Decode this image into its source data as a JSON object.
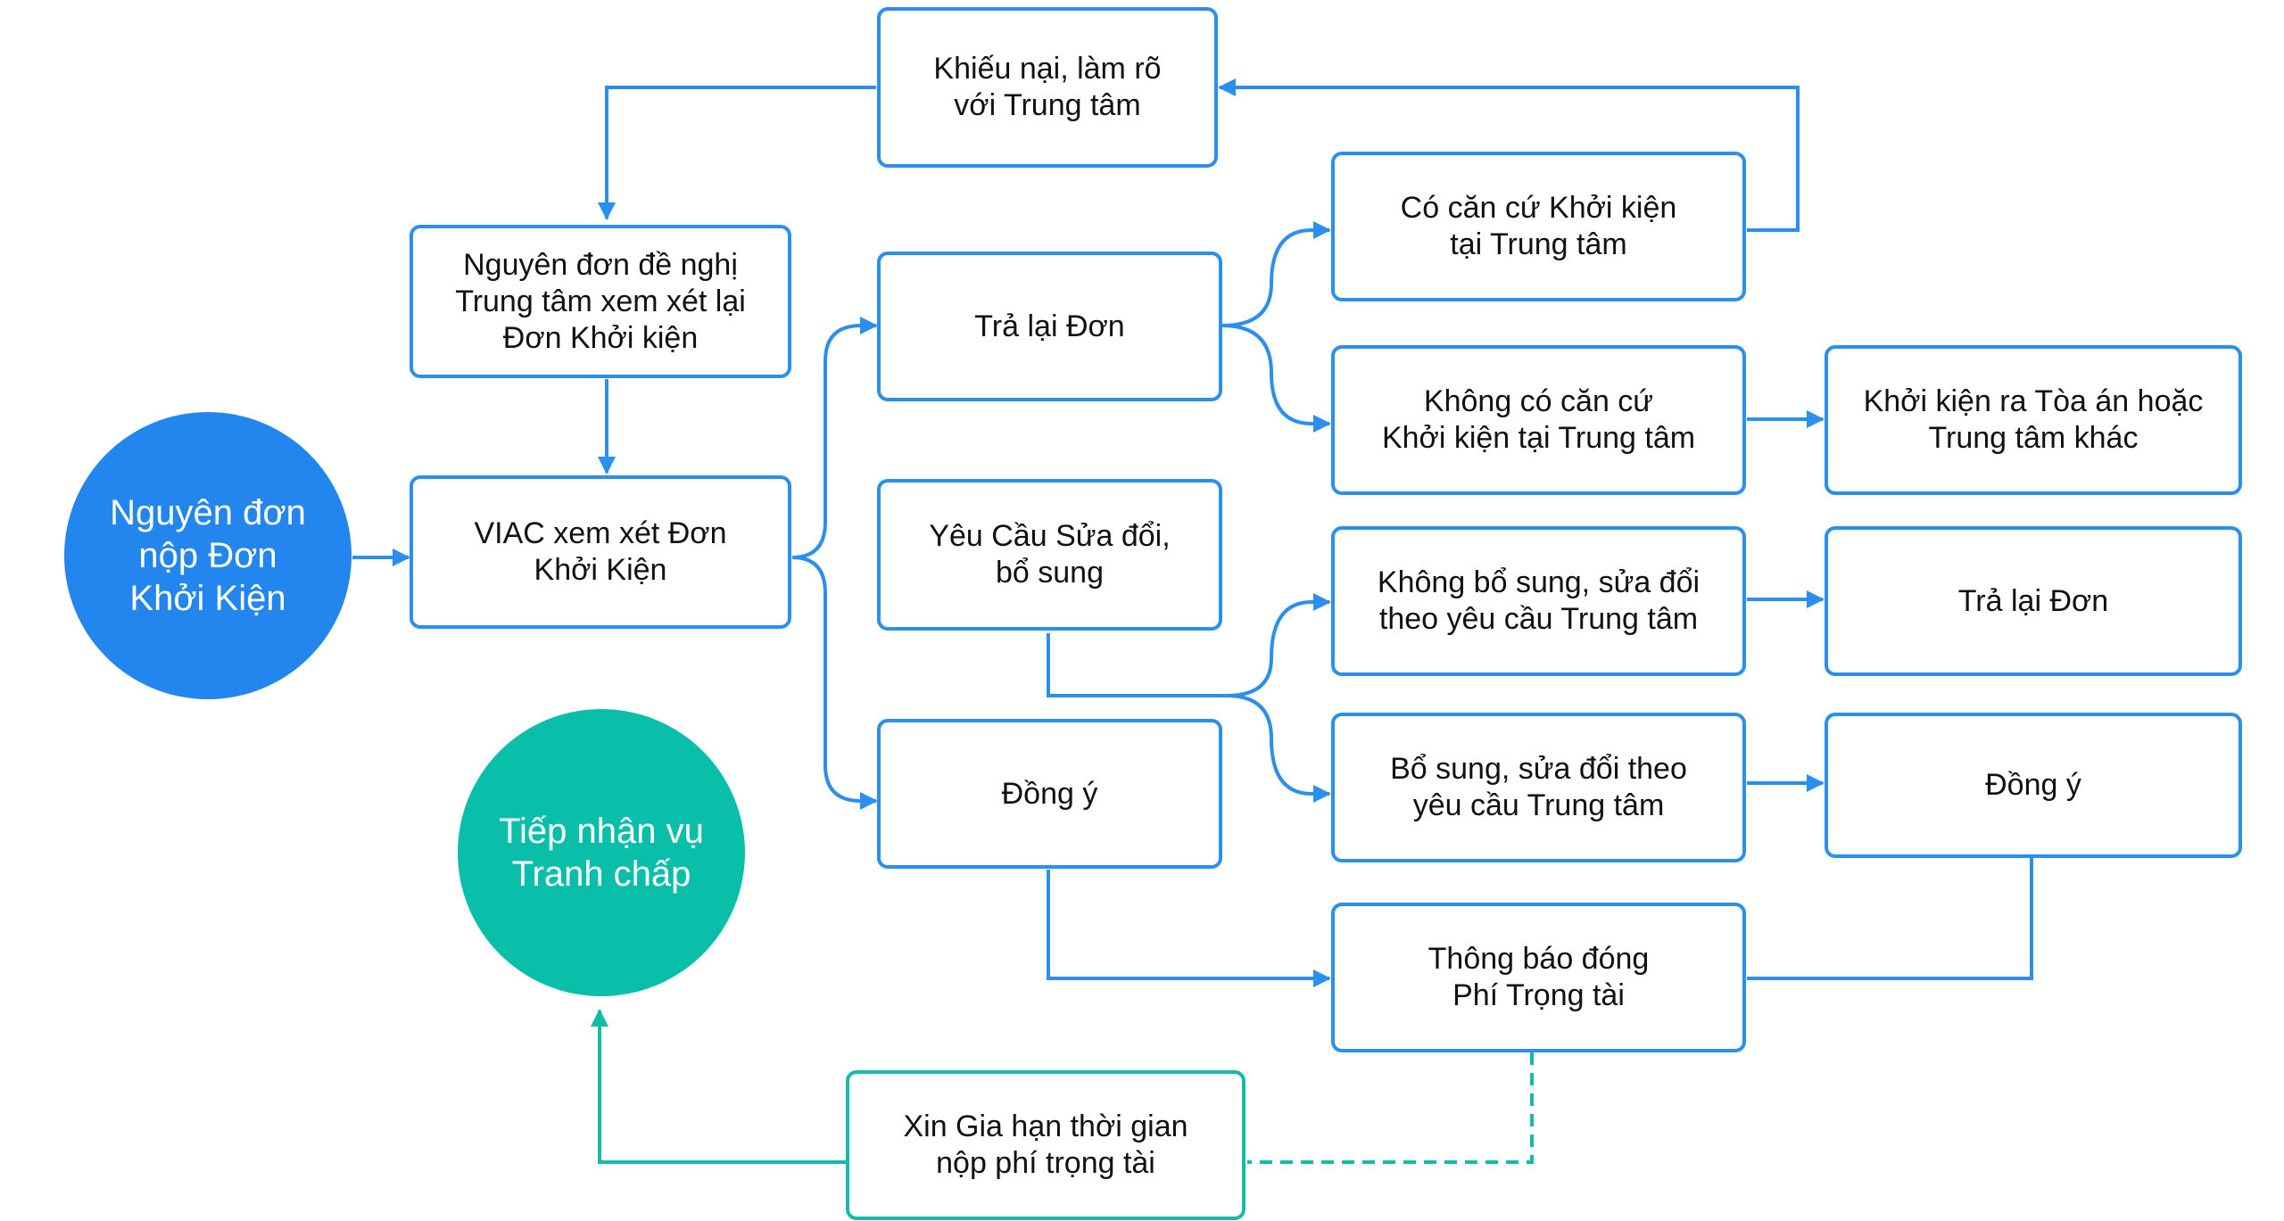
{
  "colors": {
    "blue": "#2b8ff0",
    "blue_fill": "#2385ee",
    "teal": "#12bca8",
    "teal_fill": "#0abfaa",
    "text": "#111111",
    "circle_text": "#ffffff"
  },
  "nodes": {
    "start": "Nguyên đơn\nnộp Đơn\nKhởi Kiện",
    "review": "VIAC xem xét Đơn\nKhởi Kiện",
    "reconsider": "Nguyên đơn đề nghị\nTrung tâm xem xét lại\nĐơn Khởi kiện",
    "complain": "Khiếu nại, làm rõ\nvới Trung tâm",
    "returned": "Trả lại Đơn",
    "amend_request": "Yêu Cầu Sửa đổi,\nbổ sung",
    "agree": "Đồng ý",
    "has_basis": "Có căn cứ Khởi kiện\ntại Trung tâm",
    "no_basis": "Không có căn cứ\nKhởi kiện tại Trung tâm",
    "sue_elsewhere": "Khởi kiện ra Tòa án hoặc\nTrung tâm khác",
    "not_amended": "Không bổ sung, sửa đổi\ntheo yêu cầu Trung tâm",
    "returned_2": "Trả lại Đơn",
    "amended": "Bổ sung, sửa đổi theo\nyêu cầu Trung tâm",
    "agree_2": "Đồng ý",
    "fee_notice": "Thông báo đóng\nPhí Trọng tài",
    "extension": "Xin Gia hạn thời gian\nnộp phí trọng tài",
    "accept": "Tiếp nhận vụ\nTranh chấp"
  }
}
